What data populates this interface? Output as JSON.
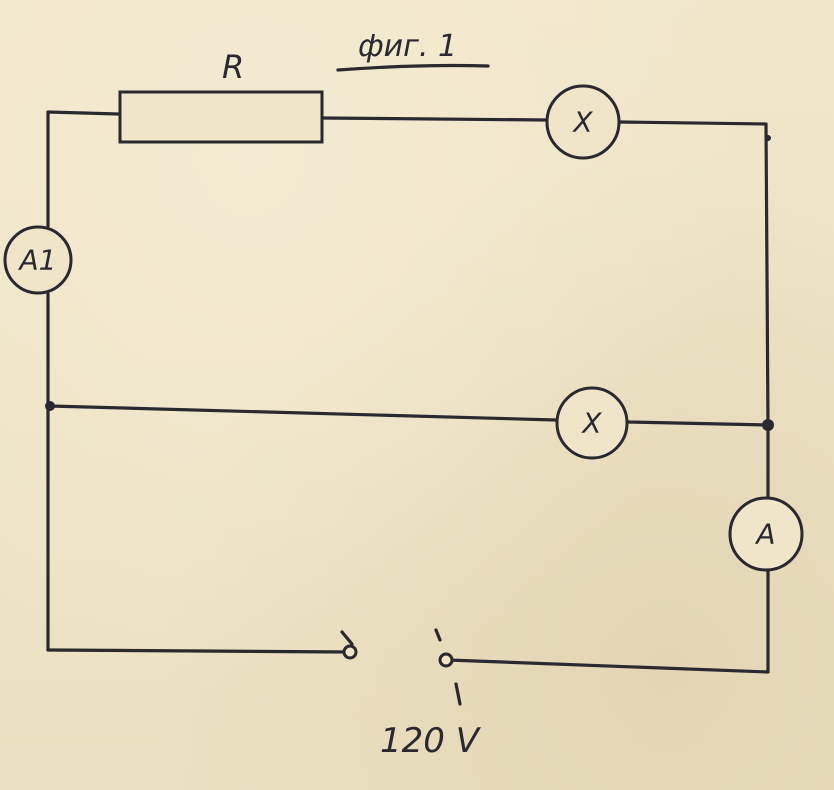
{
  "figure": {
    "title": "фиг. 1"
  },
  "components": {
    "resistor": {
      "label": "R"
    },
    "lamp_top": {
      "label": "X"
    },
    "lamp_middle": {
      "label": "X"
    },
    "ammeter_left": {
      "label": "A1"
    },
    "ammeter_right": {
      "label": "A"
    }
  },
  "source": {
    "label": "120 V"
  }
}
